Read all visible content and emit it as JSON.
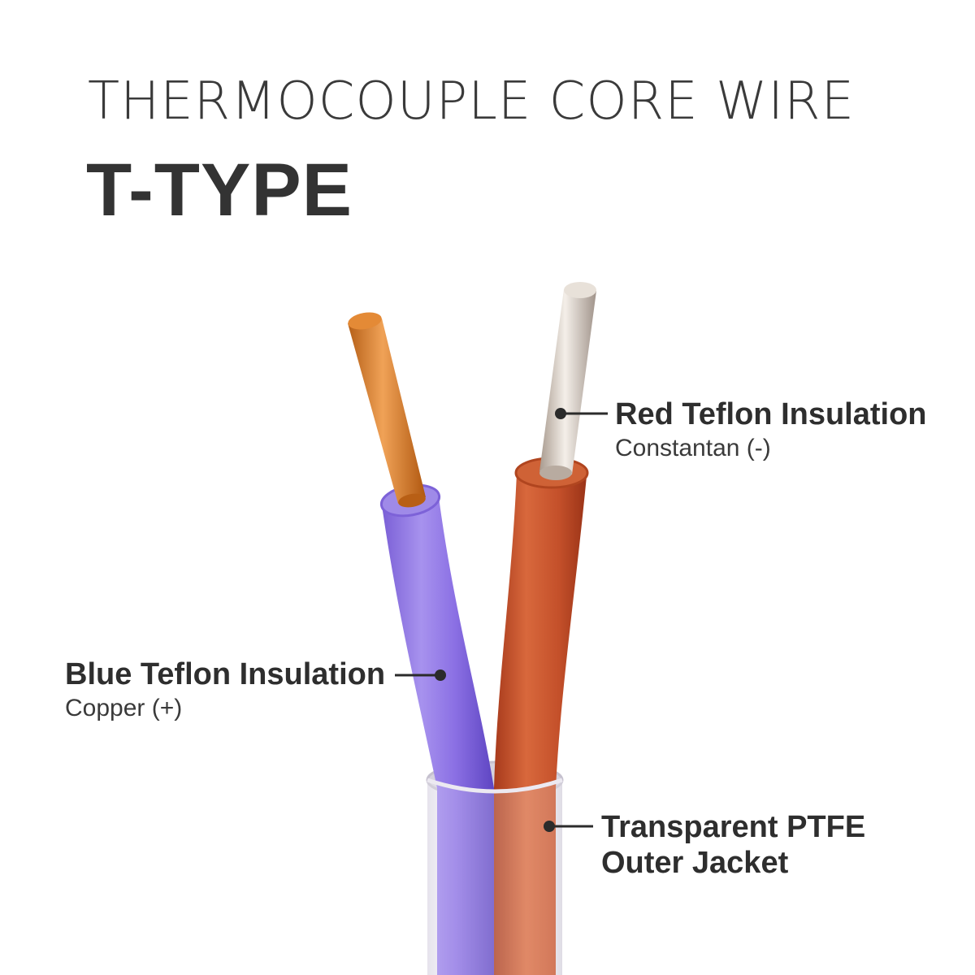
{
  "header": {
    "title": "THERMOCOUPLE CORE WIRE",
    "subtitle": "T-TYPE"
  },
  "callouts": {
    "red": {
      "heading": "Red Teflon Insulation",
      "detail": "Constantan (-)"
    },
    "blue": {
      "heading": "Blue Teflon Insulation",
      "detail": "Copper (+)"
    },
    "jacket": {
      "heading_line1": "Transparent PTFE",
      "heading_line2": "Outer Jacket"
    }
  },
  "colors": {
    "blue_insulation": "#8a6fe0",
    "red_insulation": "#c4502a",
    "copper_core": "#d9822e",
    "constantan_core": "#d8cfc4",
    "outer_jacket": "#e6e2ec",
    "leader_line": "#2b2b2b"
  }
}
